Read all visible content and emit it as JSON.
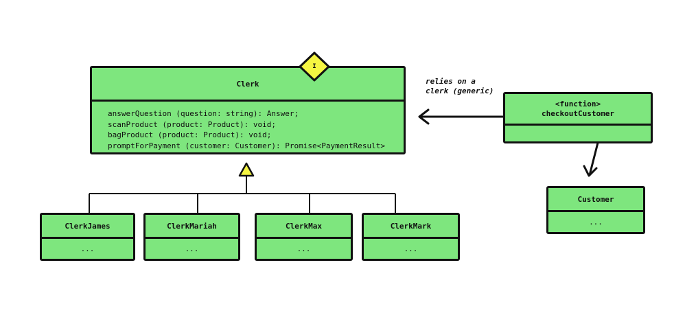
{
  "colors": {
    "box_fill": "#7ee67e",
    "stroke": "#111111",
    "marker_fill": "#f5f542"
  },
  "interface_marker": "I",
  "clerk": {
    "name": "Clerk",
    "methods": [
      "answerQuestion (question: string): Answer;",
      "scanProduct (product: Product): void;",
      "bagProduct (product: Product): void;",
      "promptForPayment (customer: Customer): Promise<PaymentResult>"
    ]
  },
  "implementations": [
    {
      "name": "ClerkJames",
      "body": "..."
    },
    {
      "name": "ClerkMariah",
      "body": "..."
    },
    {
      "name": "ClerkMax",
      "body": "..."
    },
    {
      "name": "ClerkMark",
      "body": "..."
    }
  ],
  "checkout": {
    "stereotype": "<function>",
    "name": "checkoutCustomer"
  },
  "customer": {
    "name": "Customer",
    "body": "..."
  },
  "relation_note": [
    "relies on a",
    "clerk (generic)"
  ]
}
